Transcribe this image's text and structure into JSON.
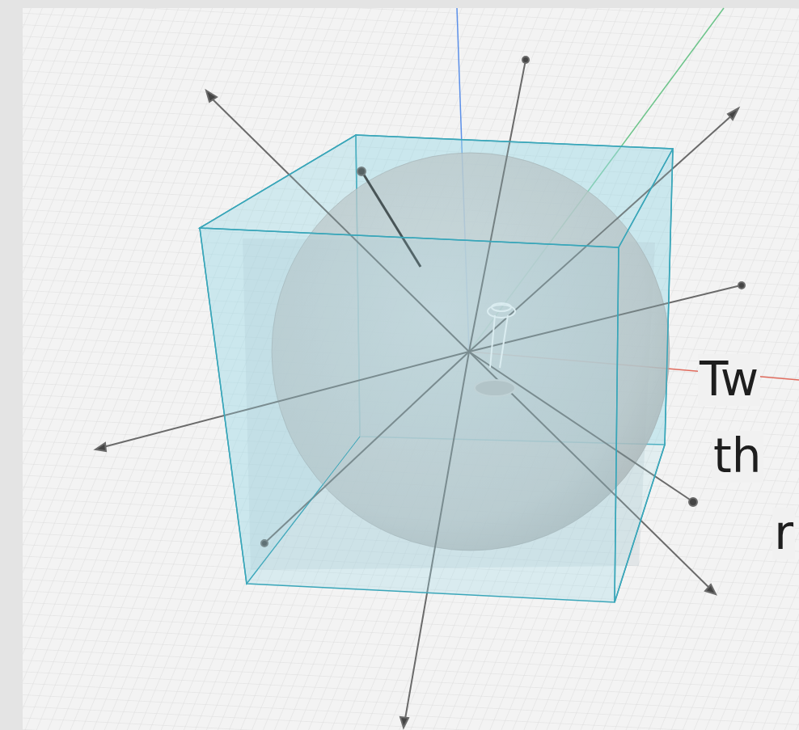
{
  "diagram": {
    "labels": [
      "Tw",
      "th",
      "r"
    ]
  }
}
